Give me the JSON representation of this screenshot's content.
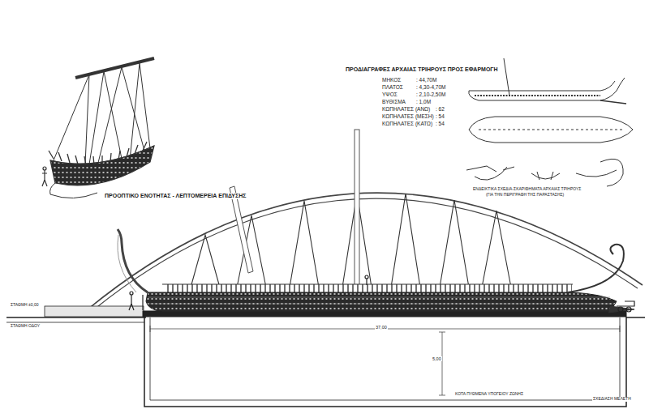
{
  "diagram": {
    "labels": [
      "ΠΡΟΟΠΤΙΚΟ ΕΝΟΤΗΤΑΣ - ΛΕΠΤΟΜΕΡΕΙΑ ΕΠΙΔΥΣΗΣ",
      "ΠΡΟΔΙΑΓΡΑΦΕΣ ΑΡΧΑΙΑΣ ΤΡΙΗΡΟΥΣ ΠΡΟΣ ΕΦΑΡΜΟΓΗ",
      "ΜΗΚΟΣ",
      ": 44,70Μ",
      "ΠΛΑΤΟΣ",
      ": 4,30-4,70Μ",
      "ΥΨΟΣ",
      ": 2,10-2,50Μ",
      "ΒΥΘΙΣΜΑ",
      ": 1,0Μ",
      "ΚΩΠΗΛΑΤΕΣ (ΑΝΩ)",
      ": 62",
      "ΚΩΠΗΛΑΤΕΣ (ΜΕΣΗ)",
      ": 54",
      "ΚΩΠΗΛΑΤΕΣ (ΚΑΤΩ)",
      ": 54",
      "ΕΝΔΕΙΚΤΙΚΑ ΣΧΕΔΙΑ-ΣΚΑΡΙΦΗΜΑΤΑ ΑΡΧΑΙΑΣ ΤΡΙΗΡΟΥΣ",
      "(ΓΙΑ ΤΗΝ ΠΕΡΙΓΡΑΦΗ ΤΗΣ ΠΑΡΑΣΤΑΣΗΣ)",
      "ΣΤΑΘΜΗ ±0,00",
      "ΣΤΑΘΜΗ ΟΔΟΥ",
      "37,00",
      "5,00",
      "ΚΟΤΑ ΠΥΘΜΕΝΑ ΥΠΟΓΕΙΟΥ ΖΩΝΗΣ",
      "ΣΧΕΔΙΑΣΗ ΜΕΛΕΤΗ"
    ]
  }
}
